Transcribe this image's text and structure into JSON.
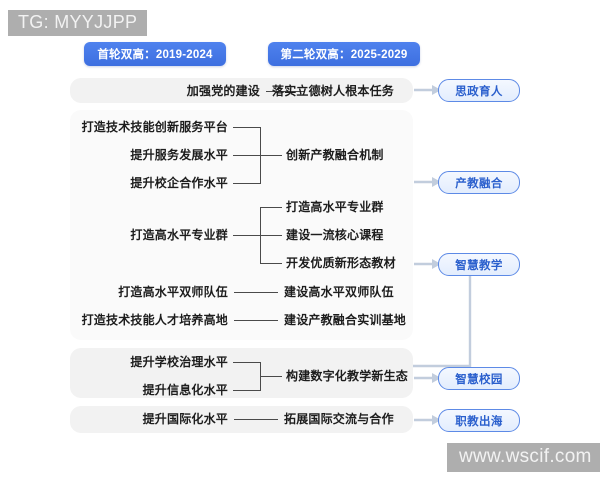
{
  "watermarks": {
    "top_left": "TG: MYYJJPP",
    "bottom_right": "www.wscif.com"
  },
  "eras": [
    {
      "label": "首轮双高：2019-2024"
    },
    {
      "label": "第二轮双高：2025-2029"
    }
  ],
  "outcomes": [
    {
      "label": "思政育人"
    },
    {
      "label": "产教融合"
    },
    {
      "label": "智慧教学"
    },
    {
      "label": "智慧校园"
    },
    {
      "label": "职教出海"
    }
  ],
  "groups": [
    {
      "name": "party-building",
      "left_items": [
        "加强党的建设"
      ],
      "right_items": [
        "落实立德树人根本任务"
      ],
      "outcome": "思政育人"
    },
    {
      "name": "industry-education",
      "left_items": [
        "打造技术技能创新服务平台",
        "提升服务发展水平",
        "提升校企合作水平"
      ],
      "right_items": [
        "创新产教融合机制"
      ],
      "outcome": "产教融合"
    },
    {
      "name": "high-level-majors",
      "left_items": [
        "打造高水平专业群"
      ],
      "right_items": [
        "打造高水平专业群",
        "建设一流核心课程",
        "开发优质新形态教材"
      ],
      "outcome": "智慧教学"
    },
    {
      "name": "dual-teacher",
      "left_items": [
        "打造高水平双师队伍"
      ],
      "right_items": [
        "建设高水平双师队伍"
      ],
      "outcome": ""
    },
    {
      "name": "talent-highland",
      "left_items": [
        "打造技术技能人才培养高地"
      ],
      "right_items": [
        "建设产教融合实训基地"
      ],
      "outcome": ""
    },
    {
      "name": "digital-campus",
      "left_items": [
        "提升学校治理水平",
        "提升信息化水平"
      ],
      "right_items": [
        "构建数字化教学新生态"
      ],
      "outcome": "智慧校园"
    },
    {
      "name": "internationalization",
      "left_items": [
        "提升国际化水平"
      ],
      "right_items": [
        "拓展国际交流与合作"
      ],
      "outcome": "职教出海"
    }
  ],
  "colors": {
    "era_pill": "#3d6fe0",
    "outcome_border": "#5d8ae6",
    "outcome_text": "#2a5fcd",
    "connector": "#4a4a4a",
    "arrow": "#c2cddd",
    "panel": "#f2f2f2",
    "panel_alt": "#fafafa",
    "watermark_bg": "#aeaeae"
  }
}
